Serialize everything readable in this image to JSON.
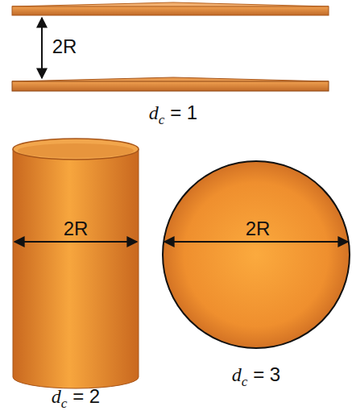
{
  "diagram": {
    "labels": [
      "2R",
      "dc = 1",
      "2R",
      "dc = 2",
      "2R",
      "dc = 3"
    ]
  }
}
